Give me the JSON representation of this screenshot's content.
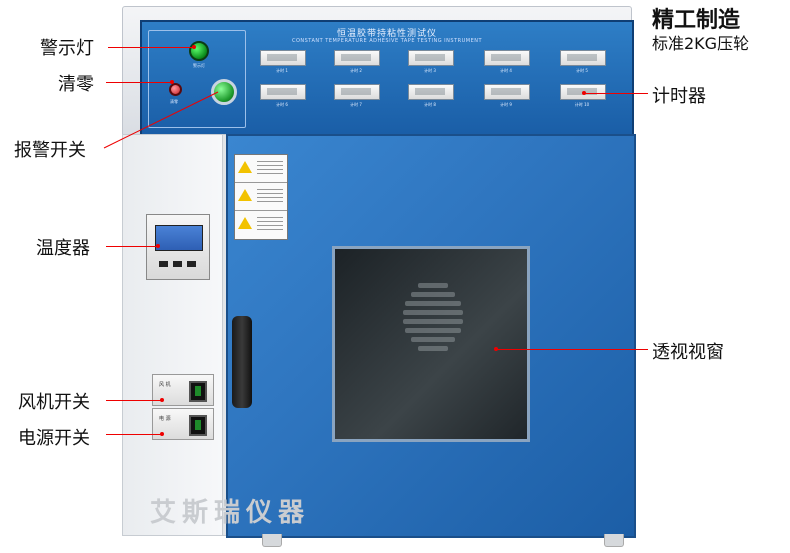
{
  "brand": {
    "title": "精工制造",
    "subtitle": "标准2KG压轮"
  },
  "panel": {
    "title": "恒温胶带持粘性测试仪",
    "subtitle": "CONSTANT TEMPERATURE ADHESIVE TAPE TESTING INSTRUMENT",
    "alarm_lamp": "警示灯",
    "clear": "清零"
  },
  "callouts": [
    {
      "label": "警示灯"
    },
    {
      "label": "清零"
    },
    {
      "label": "报警开关"
    },
    {
      "label": "温度器"
    },
    {
      "label": "风机开关"
    },
    {
      "label": "电源开关"
    },
    {
      "label": "计时器"
    },
    {
      "label": "透视视窗"
    }
  ],
  "timers": [
    "计时 1",
    "计时 2",
    "计时 3",
    "计时 4",
    "计时 5",
    "计时 6",
    "计时 7",
    "计时 8",
    "计时 9",
    "计时 10"
  ],
  "switches": {
    "fan": "风 机",
    "power": "电 源"
  },
  "watermark": "艾斯瑞仪器",
  "colors": {
    "accent": "#e00000",
    "door_blue": "#2f76c0"
  }
}
